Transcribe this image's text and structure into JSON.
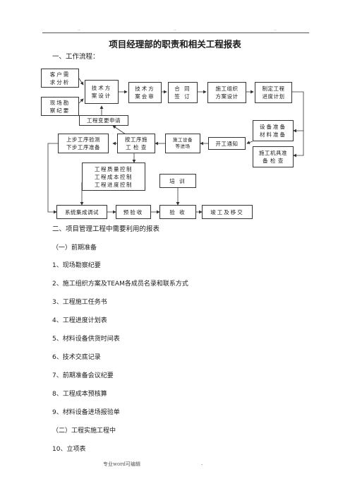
{
  "header": {
    "marks": [
      "..",
      "..",
      ".."
    ]
  },
  "title": "项目经理部的职责和相关工程报表",
  "section1": "一、工作流程：",
  "flow": {
    "customer_needs": "客户需\n求分析",
    "site_survey": "现场勘\n察纪要",
    "tech_design": "技术方\n案设计",
    "tech_review": "技术方\n案会审",
    "contract": "合 同\n签 订",
    "construction_design": "施工组织\n方案设计",
    "schedule_plan": "制定工程\n进度计划",
    "change_request": "工程变更申请",
    "equipment_prep": "设备准备\n材料准备",
    "tools_check": "施工机具准\n备 检 查",
    "prev_inspection": "上步工序验测\n下步工序准备",
    "process_check": "按工序施\n工 检 查",
    "equipment_entry": "施工设备\n等进场",
    "start_notice": "开工通知",
    "control": "工程质量控制\n工程成本控制\n工程进度控制",
    "training": "培 训",
    "integration_debug": "系统集成调试",
    "pre_acceptance": "预验收",
    "acceptance": "验 收",
    "completion": "竣工及移交"
  },
  "section2": "二、项目管理工程中需要利用的报表",
  "subsections": {
    "prep": "（一）前期准备",
    "impl": "（二）工程实施工程中"
  },
  "items": [
    "1、现场勘察纪要",
    "2、施工组织方案及TEAM各成员名录和联系方式",
    "3、工程施工任务书",
    "4、工程进度计划表",
    "5、材料设备供货时间表",
    "6、技术交底记录",
    "7、前期准备会议纪要",
    "8、工程成本预核算",
    "9、材料设备进场报验单"
  ],
  "item10": "10、立项表",
  "footer": {
    "text": "专业word可编辑",
    "dot": "."
  }
}
